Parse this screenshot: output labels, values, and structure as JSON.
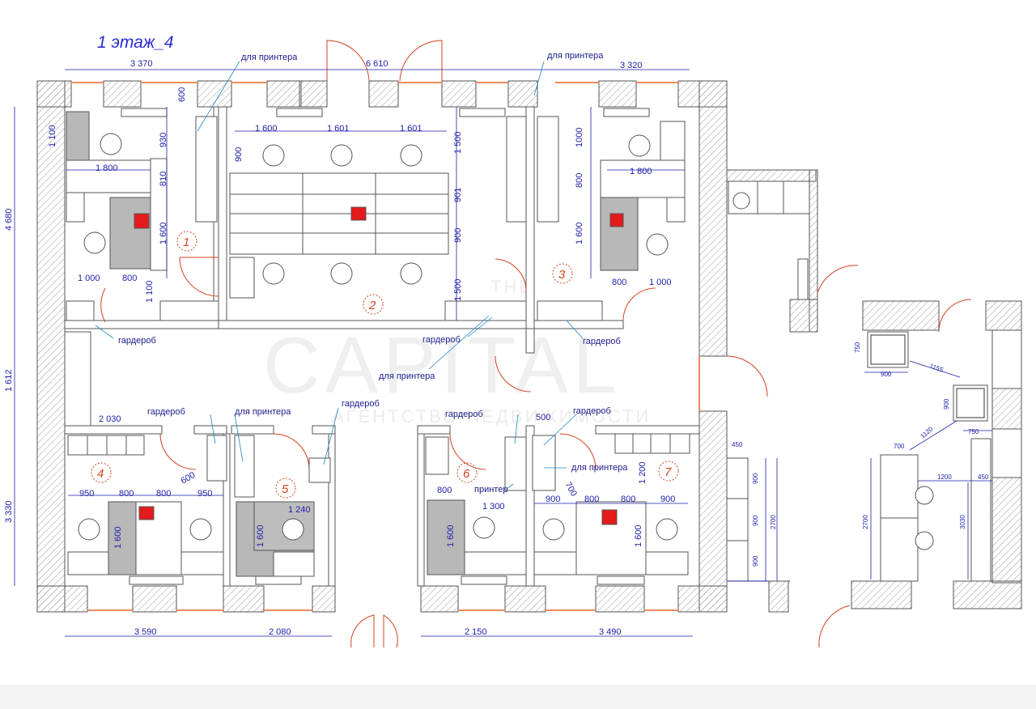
{
  "title": "1 этаж_4",
  "labels": {
    "for_printer": "для принтера",
    "wardrobe": "гардероб",
    "printer": "принтер"
  },
  "rooms": [
    "1",
    "2",
    "3",
    "4",
    "5",
    "6",
    "7"
  ],
  "dimensions": {
    "top_3370": "3 370",
    "top_6610": "6 610",
    "top_3320": "3 320",
    "left_4680": "4 680",
    "left_1612": "1 612",
    "left_3330": "3 330",
    "r1_1100": "1 100",
    "r1_930": "930",
    "r1_810": "810",
    "r1_1600": "1 600",
    "r1_1100b": "1 100",
    "r1_600": "600",
    "r1_1800": "1 800",
    "r1_1000": "1 000",
    "r1_800": "800",
    "r2_1600": "1 600",
    "r2_1601a": "1 601",
    "r2_1601b": "1 601",
    "r2_900": "900",
    "r2_1500": "1 500",
    "r2_901": "901",
    "r2_900b": "900",
    "r2_1500b": "1 500",
    "r3_1000": "1000",
    "r3_800": "800",
    "r3_1600": "1 600",
    "r3_1800": "1 800",
    "r3_800b": "800",
    "r3_1000b": "1 000",
    "corr_2030": "2 030",
    "r4_950": "950",
    "r4_800": "800",
    "r4_800b": "800",
    "r4_600": "600",
    "r4_950b": "950",
    "r4_1600": "1 600",
    "r5_1240": "1 240",
    "r5_1600": "1 600",
    "bot_3590": "3 590",
    "bot_2080": "2 080",
    "r6_500": "500",
    "r6_800": "800",
    "r6_1300": "1 300",
    "r6_1600": "1 600",
    "r6_700": "700",
    "r7_1200": "1 200",
    "r7_900": "900",
    "r7_800": "800",
    "r7_800b": "800",
    "r7_900b": "900",
    "r7_1600": "1 600",
    "bot_2150": "2 150",
    "bot_3490": "3 490",
    "k_450": "450",
    "k_900a": "900",
    "k_900b": "900",
    "k_900c": "900",
    "k_2700": "2700",
    "s_750": "750",
    "s_900": "900",
    "s_1155": "1155",
    "s_900b": "900",
    "s_1120": "1120",
    "s_750b": "750",
    "s_700": "700",
    "s_1200": "1200",
    "s_450": "450",
    "s_2700": "2700",
    "s_3030": "3030"
  },
  "watermark": {
    "main": "CAPITAL",
    "small_top": "THE",
    "sub": "АГЕНТСТВО НЕДВИЖИМОСТИ"
  },
  "colors": {
    "wall_hatch": "#8a8a8a",
    "dimension": "#1d1da8",
    "room_number": "#d2431e",
    "highlight_red": "#e41b1b",
    "furniture_gray": "#b8b8b8",
    "window": "#f08a5d"
  }
}
